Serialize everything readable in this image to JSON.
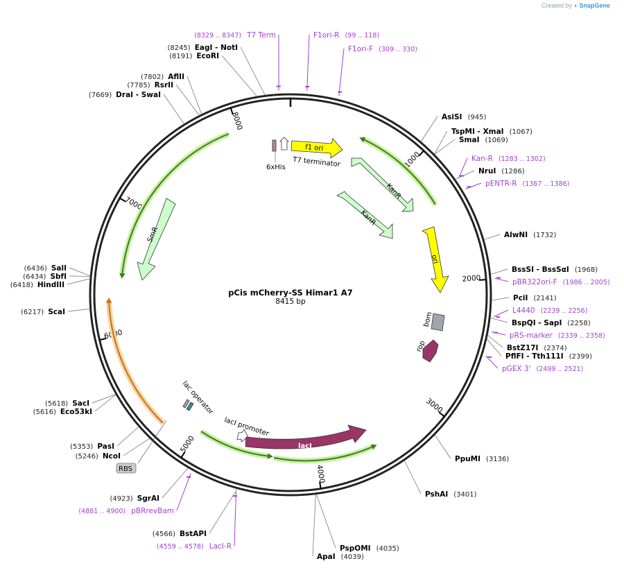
{
  "watermark": {
    "prefix": "Created by",
    "brand": "SnapGene"
  },
  "map": {
    "title": "pCis mCherry-SS Himar1  A7",
    "length_label": "8415 bp",
    "total_bp": 8415,
    "ticks": [
      "1000",
      "2000",
      "3000",
      "4000",
      "5000",
      "6000",
      "7000",
      "8000"
    ]
  },
  "enzymes": [
    {
      "bp": 945,
      "name": "AsiSI",
      "pos": "(945)"
    },
    {
      "bp": 1067,
      "name": "TspMI",
      "name2": "XmaI",
      "pos": "(1067)"
    },
    {
      "bp": 1069,
      "name": "SmaI",
      "pos": "(1069)"
    },
    {
      "bp": 1286,
      "name": "NruI",
      "pos": "(1286)"
    },
    {
      "bp": 1732,
      "name": "AlwNI",
      "pos": "(1732)"
    },
    {
      "bp": 1968,
      "name": "BssSI",
      "name2": "BssSαI",
      "pos": "(1968)"
    },
    {
      "bp": 2141,
      "name": "PciI",
      "pos": "(2141)"
    },
    {
      "bp": 2258,
      "name": "BspQI",
      "name2": "SapI",
      "pos": "(2258)"
    },
    {
      "bp": 2374,
      "name": "BstZ17I",
      "pos": "(2374)"
    },
    {
      "bp": 2399,
      "name": "PflFI",
      "name2": "Tth111I",
      "pos": "(2399)"
    },
    {
      "bp": 3136,
      "name": "PpuMI",
      "pos": "(3136)"
    },
    {
      "bp": 3401,
      "name": "PshAI",
      "pos": "(3401)"
    },
    {
      "bp": 4035,
      "name": "PspOMI",
      "pos": "(4035)"
    },
    {
      "bp": 4039,
      "name": "ApaI",
      "pos": "(4039)"
    },
    {
      "bp": 4566,
      "name": "BstAPI",
      "pos": "(4566)"
    },
    {
      "bp": 4923,
      "name": "SgrAI",
      "pos": "(4923)"
    },
    {
      "bp": 5246,
      "name": "NcoI",
      "pos": "(5246)"
    },
    {
      "bp": 5353,
      "name": "PasI",
      "pos": "(5353)"
    },
    {
      "bp": 5616,
      "name": "Eco53kI",
      "pos": "(5616)"
    },
    {
      "bp": 5618,
      "name": "SacI",
      "pos": "(5618)"
    },
    {
      "bp": 6217,
      "name": "ScaI",
      "pos": "(6217)"
    },
    {
      "bp": 6418,
      "name": "HindIII",
      "pos": "(6418)"
    },
    {
      "bp": 6434,
      "name": "SbfI",
      "pos": "(6434)"
    },
    {
      "bp": 6436,
      "name": "SalI",
      "pos": "(6436)"
    },
    {
      "bp": 7669,
      "name": "DraI",
      "name2": "SwaI",
      "pos": "(7669)"
    },
    {
      "bp": 7785,
      "name": "RsrII",
      "pos": "(7785)"
    },
    {
      "bp": 7802,
      "name": "AflII",
      "pos": "(7802)"
    },
    {
      "bp": 8191,
      "name": "EcoRI",
      "pos": "(8191)"
    },
    {
      "bp": 8245,
      "name": "EagI",
      "name2": "NotI",
      "pos": "(8245)"
    }
  ],
  "primers": [
    {
      "name": "T7 Term",
      "pos": "(8329 .. 8347)",
      "bp": 8338
    },
    {
      "name": "F1ori-R",
      "pos": "(99 .. 118)",
      "bp": 108
    },
    {
      "name": "F1ori-F",
      "pos": "(309 .. 330)",
      "bp": 320
    },
    {
      "name": "Kan-R",
      "pos": "(1283 .. 1302)",
      "bp": 1292
    },
    {
      "name": "pENTR-R",
      "pos": "(1367 .. 1386)",
      "bp": 1376
    },
    {
      "name": "pBR322ori-F",
      "pos": "(1986 .. 2005)",
      "bp": 1995
    },
    {
      "name": "L4440",
      "pos": "(2239 .. 2256)",
      "bp": 2247
    },
    {
      "name": "pRS-marker",
      "pos": "(2339 .. 2358)",
      "bp": 2348
    },
    {
      "name": "pGEX 3'",
      "pos": "(2499 .. 2521)",
      "bp": 2510
    },
    {
      "name": "pBRrevBam",
      "pos": "(4881 .. 4900)",
      "bp": 4890
    },
    {
      "name": "LacI-R",
      "pos": "(4559 .. 4578)",
      "bp": 4568
    }
  ],
  "features": {
    "f1_ori": "f1 ori",
    "t7_terminator": "T7 terminator",
    "his_tag": "6xHis",
    "kanr_1": "KanR",
    "kanr_2": "KanR",
    "ori": "ori",
    "bom": "bom",
    "rop": "rop",
    "smr": "SmR",
    "lac_operator": "lac operator",
    "laci_promoter": "lacI promoter",
    "laci": "lacI",
    "rbs": "RBS"
  },
  "colors": {
    "ori": "#ffff00",
    "f1_ori": "#ffff00",
    "resistance": "#ccffcc",
    "laci": "#9a3568",
    "rop": "#9a3568",
    "bom": "#a0a6ad",
    "orf_arc": "#3d7a1f",
    "orf_glow": "#c8f0a0",
    "orange_arc": "#f2b44a",
    "primer": "#a23fd1"
  }
}
